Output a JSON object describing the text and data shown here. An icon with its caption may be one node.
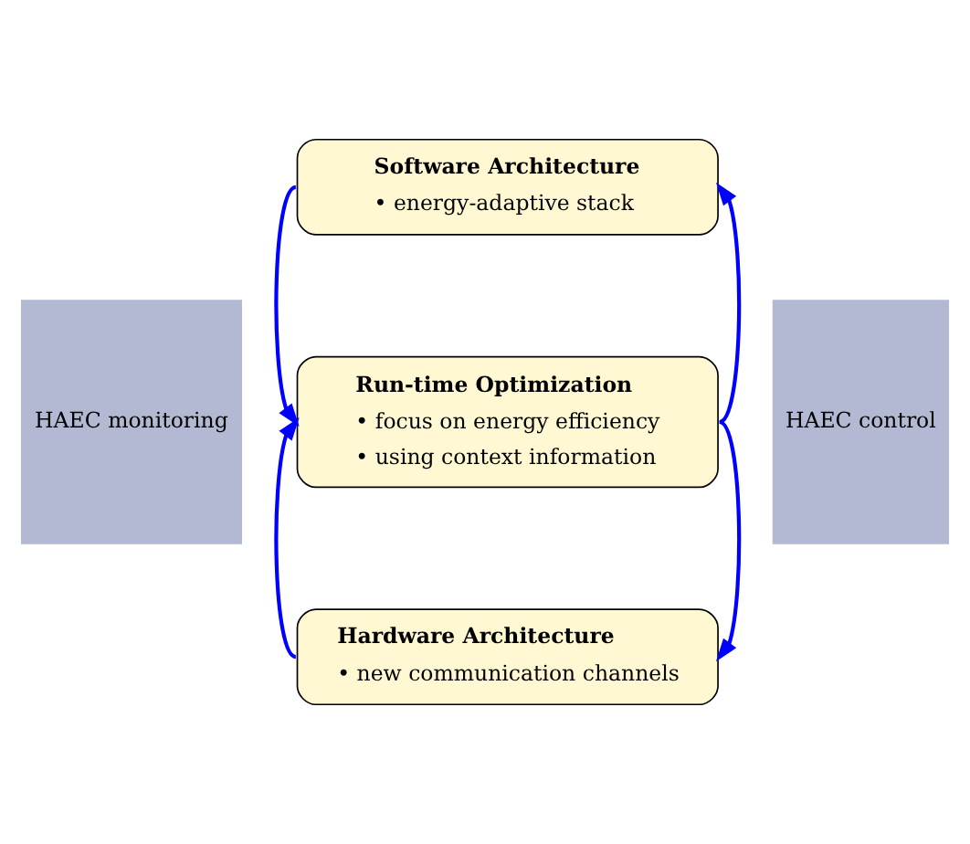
{
  "diagram": {
    "nodes": [
      {
        "text": [
          "Software Architecture",
          "• energy-adaptive stack"
        ]
      },
      {
        "text": [
          "Run-time Optimization",
          "• focus on energy efficiency",
          "• using context information"
        ]
      },
      {
        "text": [
          "Hardware Architecture",
          "• new communication channels"
        ]
      },
      {
        "text": [
          "HAEC monitoring"
        ]
      },
      {
        "text": [
          "HAEC control"
        ]
      }
    ],
    "edges": [
      {
        "from": 0,
        "to": 1,
        "arrow": "to"
      },
      {
        "from": 2,
        "to": 1,
        "arrow": "to"
      },
      {
        "from": 1,
        "to": 0,
        "arrow": "to"
      },
      {
        "from": 1,
        "to": 2,
        "arrow": "to"
      }
    ]
  }
}
